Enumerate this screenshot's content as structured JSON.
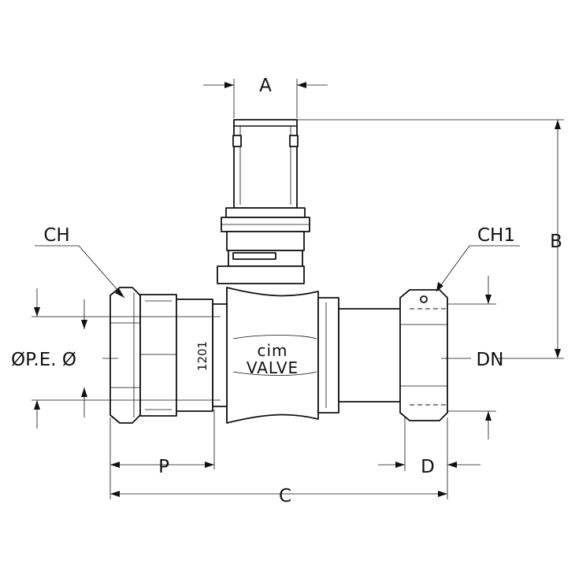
{
  "dimensions": {
    "A": "A",
    "B": "B",
    "C": "C",
    "D": "D",
    "P": "P",
    "CH": "CH",
    "CH1": "CH1",
    "DN": "DN",
    "PE": "ØP.E. Ø"
  },
  "markings": {
    "brand": "cim",
    "type": "VALVE",
    "model": "1201"
  },
  "colors": {
    "line": "#111111",
    "background": "#ffffff"
  }
}
